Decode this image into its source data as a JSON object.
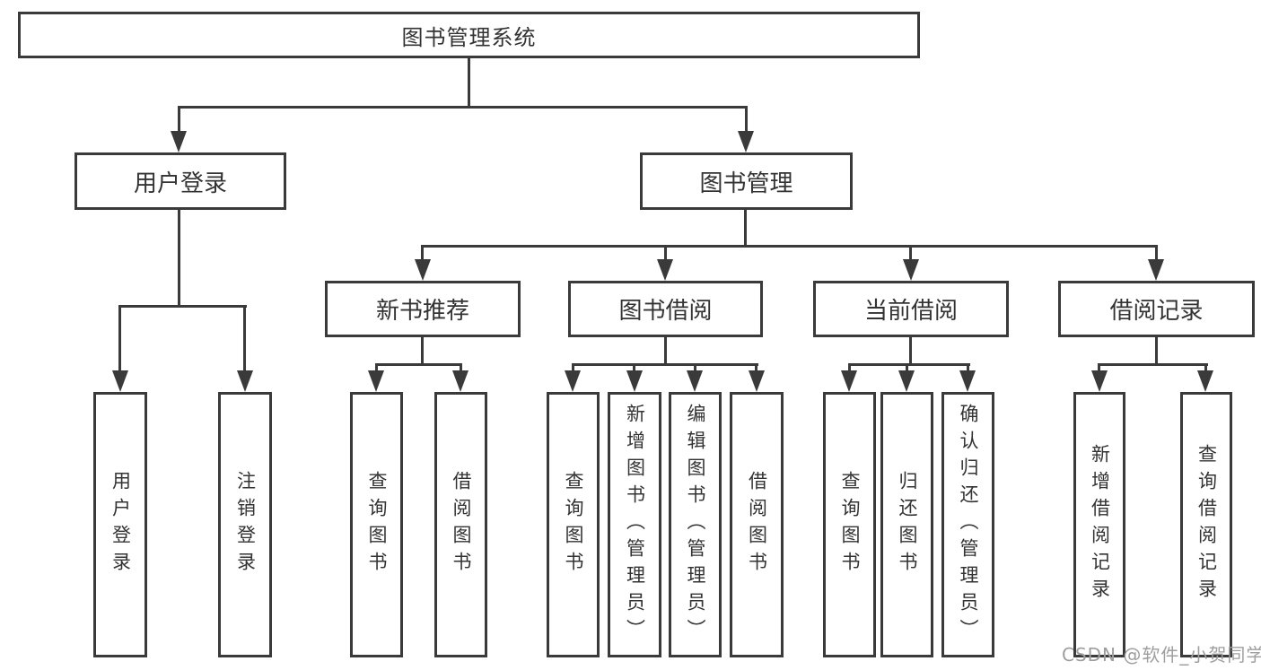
{
  "colors": {
    "line": "#3a3a3a",
    "text": "#333333",
    "background": "#ffffff",
    "watermark": "#9e9e9e"
  },
  "diagram": {
    "root": "图书管理系统",
    "level2": {
      "user_login": "用户登录",
      "book_management": "图书管理"
    },
    "level3": {
      "new_books": "新书推荐",
      "book_borrow": "图书借阅",
      "current_borrow": "当前借阅",
      "borrow_records": "借阅记录"
    },
    "leaves": {
      "user_login": [
        "用户登录",
        "注销登录"
      ],
      "new_books": [
        "查询图书",
        "借阅图书"
      ],
      "book_borrow": [
        "查询图书",
        "新增图书（管理员）",
        "编辑图书（管理员）",
        "借阅图书"
      ],
      "current_borrow": [
        "查询图书",
        "归还图书",
        "确认归还（管理员）"
      ],
      "borrow_records": [
        "新增借阅记录",
        "查询借阅记录"
      ]
    }
  },
  "watermark": "CSDN @软件_小贺同学"
}
